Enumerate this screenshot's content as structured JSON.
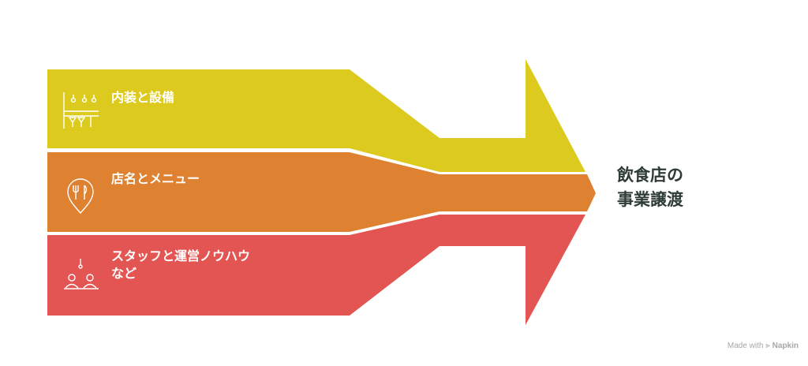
{
  "items": [
    {
      "label": "内装と設備",
      "icon": "bar-counter-icon",
      "color": "#ddca1e"
    },
    {
      "label": "店名とメニュー",
      "icon": "restaurant-pin-icon",
      "color": "#de8232"
    },
    {
      "label_line1": "スタッフと運営ノウハウ",
      "label_line2": "など",
      "icon": "staff-meeting-icon",
      "color": "#e35552"
    }
  ],
  "target": {
    "line1": "飲食店の",
    "line2": "事業譲渡"
  },
  "footer": {
    "prefix": "Made with",
    "brand": "Napkin"
  }
}
